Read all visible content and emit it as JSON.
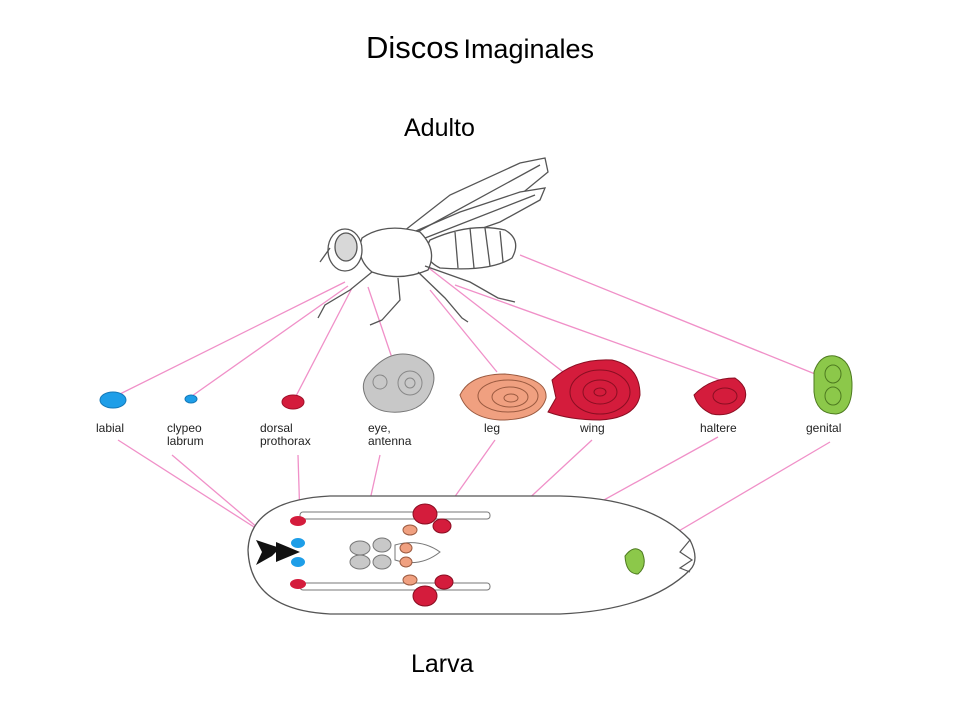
{
  "title": {
    "part1": "Discos",
    "part2": "Imaginales"
  },
  "adult_label": "Adulto",
  "larva_label": "Larva",
  "discs": [
    {
      "id": "labial",
      "line1": "labial",
      "line2": ""
    },
    {
      "id": "clypeo",
      "line1": "clypeo",
      "line2": "labrum"
    },
    {
      "id": "dorsal",
      "line1": "dorsal",
      "line2": "prothorax"
    },
    {
      "id": "eye",
      "line1": "eye,",
      "line2": "antenna"
    },
    {
      "id": "leg",
      "line1": "leg",
      "line2": ""
    },
    {
      "id": "wing",
      "line1": "wing",
      "line2": ""
    },
    {
      "id": "haltere",
      "line1": "haltere",
      "line2": ""
    },
    {
      "id": "genital",
      "line1": "genital",
      "line2": ""
    }
  ],
  "colors": {
    "connector": "#f090c8",
    "blue_disc": "#1e9ee8",
    "red_disc": "#d41c3c",
    "gray_disc": "#c8c8c8",
    "salmon_disc": "#f0a080",
    "green_disc": "#8cc84a",
    "outline": "#555555"
  }
}
